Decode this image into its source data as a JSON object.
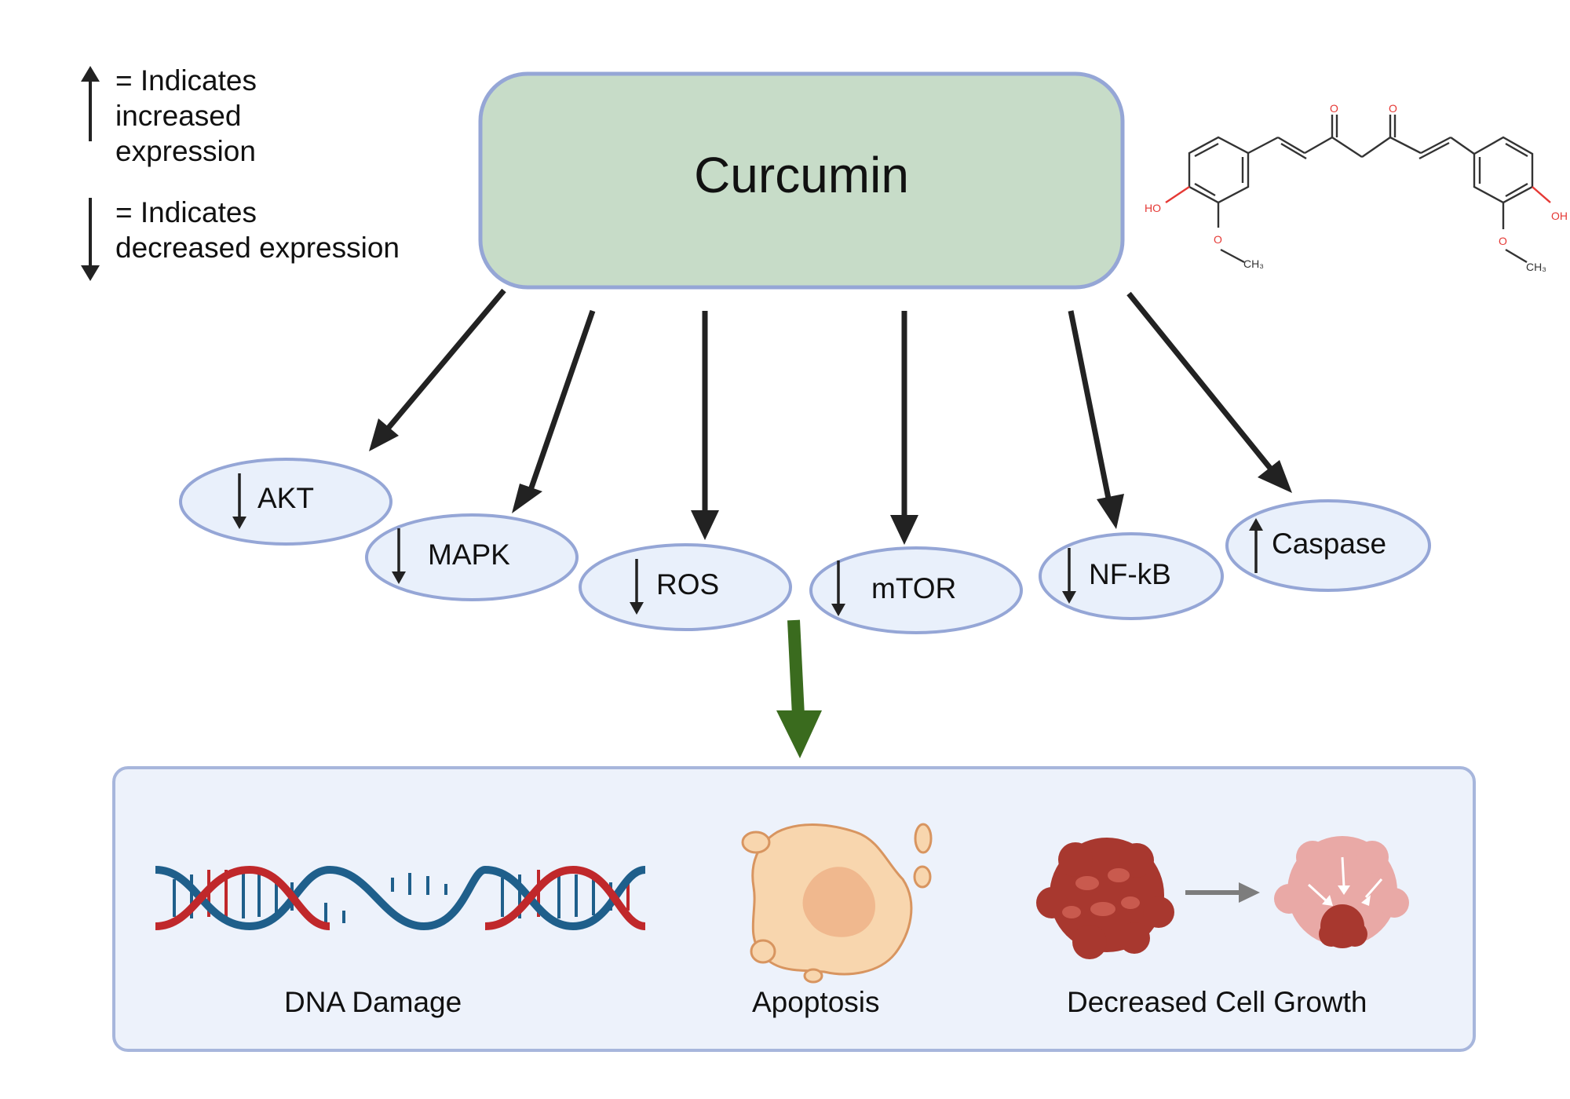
{
  "legend": {
    "up_text": [
      "= Indicates",
      "increased",
      "expression"
    ],
    "down_text": [
      "= Indicates",
      "decreased expression"
    ]
  },
  "main": {
    "title": "Curcumin"
  },
  "structure": {
    "labels": {
      "ho_left": "HO",
      "o_top_left": "O",
      "o_top_right": "O",
      "oh_right": "OH",
      "o_methoxy_left": "O",
      "o_methoxy_right": "O",
      "ch3_left": "CH₃",
      "ch3_right": "CH₃"
    },
    "colors": {
      "bond": "#333333",
      "oxygen": "#e53935"
    }
  },
  "targets": [
    {
      "label": "AKT",
      "direction": "decreased"
    },
    {
      "label": "MAPK",
      "direction": "decreased"
    },
    {
      "label": "ROS",
      "direction": "decreased"
    },
    {
      "label": "mTOR",
      "direction": "decreased"
    },
    {
      "label": "NF-kB",
      "direction": "decreased"
    },
    {
      "label": "Caspase",
      "direction": "increased"
    }
  ],
  "outcomes": [
    {
      "label": "DNA Damage"
    },
    {
      "label": "Apoptosis"
    },
    {
      "label": "Decreased Cell Growth"
    }
  ],
  "colors": {
    "main_box_fill": "#c7dcc8",
    "main_box_stroke": "#95a6d6",
    "ellipse_fill": "#e9f0fb",
    "ellipse_stroke": "#95a6d6",
    "outcome_box_fill": "#edf2fb",
    "outcome_box_stroke": "#a7b6dc",
    "arrow": "#222222",
    "green_arrow": "#3a6b1e",
    "dna_blue": "#1f5f8b",
    "dna_red": "#c0282b",
    "apoptosis_fill": "#f8d6ae",
    "apoptosis_stroke": "#d89560",
    "tumor": "#a8382f",
    "tumor_faded": "#e9a9a6",
    "grey_arrow": "#7d7d7d"
  }
}
